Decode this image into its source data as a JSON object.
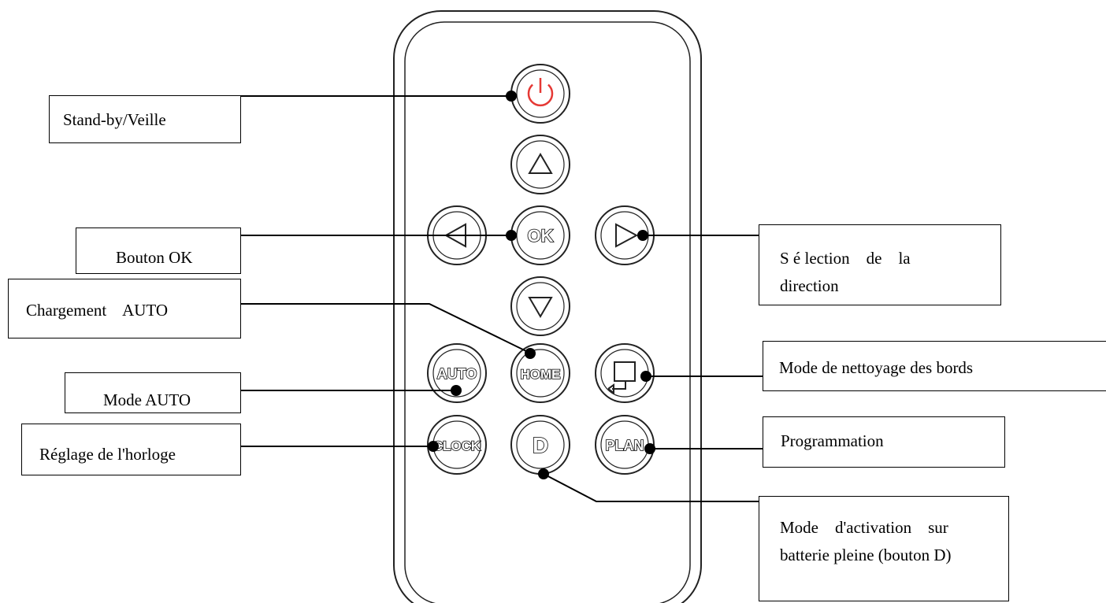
{
  "buttons": {
    "auto": "AUTO",
    "home": "HOME",
    "clock": "CLOCK",
    "plan": "PLAN",
    "ok": "OK",
    "d": "D"
  },
  "callouts": {
    "standby": "Stand-by/Veille",
    "ok": "Bouton OK",
    "charging": "Chargement    AUTO",
    "auto_mode": "Mode AUTO",
    "clock": "Réglage de l'horloge",
    "direction_line1": "S é lection    de    la",
    "direction_line2": "direction",
    "edge_cleaning": "Mode de nettoyage des bords",
    "programming": "Programmation",
    "activation_line1": "Mode    d'activation    sur",
    "activation_line2": "batterie pleine (bouton D)"
  },
  "colors": {
    "power_icon": "#e53935",
    "outline": "#000000"
  }
}
